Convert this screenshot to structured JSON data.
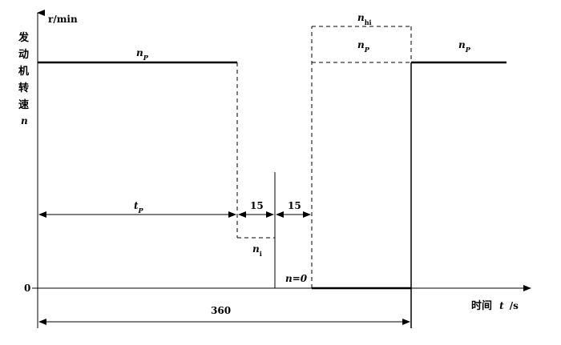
{
  "diagram": {
    "y_unit": "r/min",
    "y_axis_chars": [
      "发",
      "动",
      "机",
      "转",
      "速"
    ],
    "y_var": "n",
    "origin": "0",
    "x_axis_label_prefix": "时间",
    "x_var": "t",
    "x_unit": "/s",
    "labels": {
      "n_p_base": "n",
      "p_sub": "P",
      "n_hi_base": "n",
      "hi_sub": "hi",
      "n_i_base": "n",
      "i_sub": "i",
      "t_p_base": "t",
      "n_zero": "n=0"
    },
    "intervals": {
      "idle": "15",
      "stop": "15",
      "total": "360"
    }
  }
}
